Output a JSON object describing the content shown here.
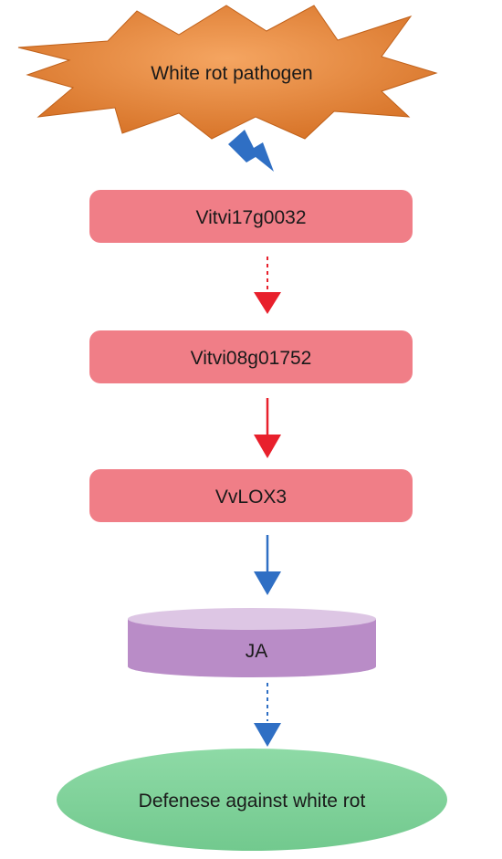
{
  "diagram": {
    "pathogen": {
      "label": "White rot pathogen",
      "color": "#e98a3c"
    },
    "lightning": {
      "icon": "lightning-bolt-icon",
      "color": "#2f6fc4"
    },
    "genes": [
      {
        "label": "Vitvi17g0032",
        "color": "#f07e87"
      },
      {
        "label": "Vitvi08g01752",
        "color": "#f07e87"
      },
      {
        "label": "VvLOX3",
        "color": "#f07e87"
      }
    ],
    "hormone": {
      "label": "JA",
      "color": "#b98cc7",
      "top_color": "#ddc6e4"
    },
    "outcome": {
      "label": "Defenese against white rot",
      "color": "#7fd19a"
    },
    "arrows": [
      {
        "from": "Vitvi17g0032",
        "to": "Vitvi08g01752",
        "style": "dashed",
        "color": "#e8202c"
      },
      {
        "from": "Vitvi08g01752",
        "to": "VvLOX3",
        "style": "solid",
        "color": "#e8202c"
      },
      {
        "from": "VvLOX3",
        "to": "JA",
        "style": "solid",
        "color": "#2f6fc4"
      },
      {
        "from": "JA",
        "to": "Defenese against white rot",
        "style": "dashed",
        "color": "#2f6fc4"
      }
    ]
  }
}
